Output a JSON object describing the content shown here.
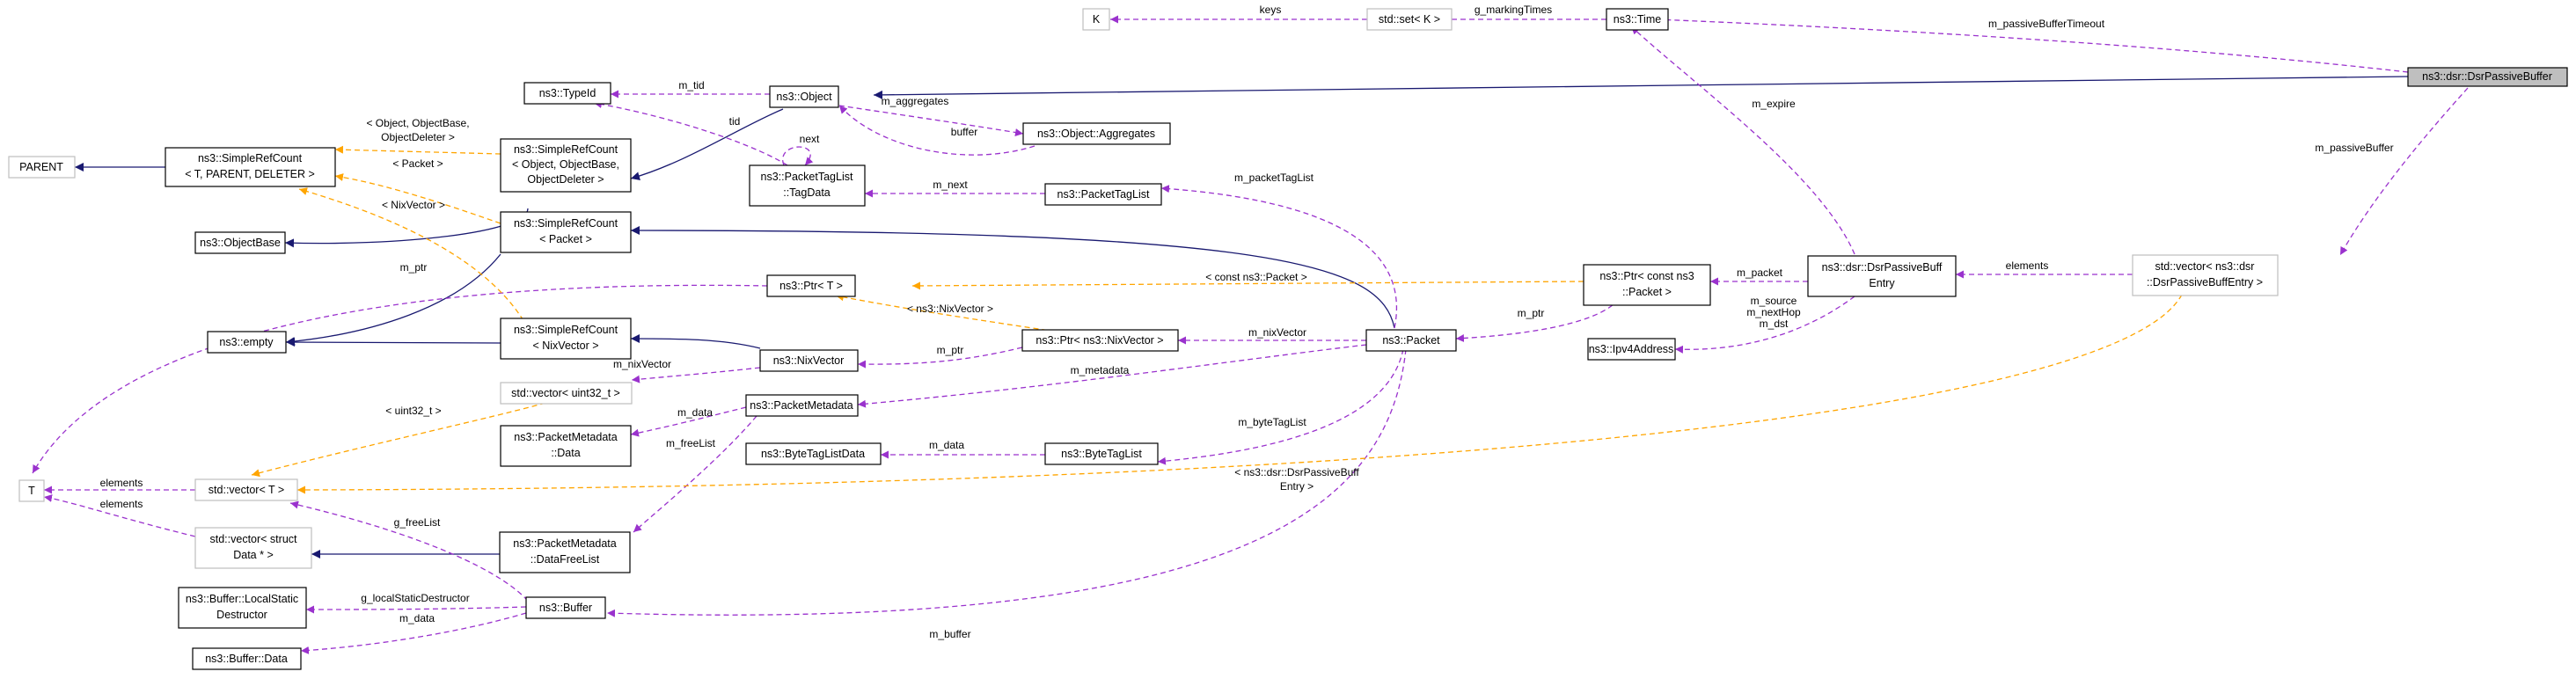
{
  "nodes": {
    "dsr_passive_buffer": "ns3::dsr::DsrPassiveBuffer",
    "k": "K",
    "std_set_k": "std::set< K >",
    "ns3_time": "ns3::Time",
    "ns3_object": "ns3::Object",
    "ns3_typeid": "ns3::TypeId",
    "object_aggregates": "ns3::Object::Aggregates",
    "parent": "PARENT",
    "simplerefcount_generic": [
      "ns3::SimpleRefCount",
      "< T, PARENT, DELETER >"
    ],
    "simplerefcount_object": [
      "ns3::SimpleRefCount",
      "< Object, ObjectBase,",
      "ObjectDeleter >"
    ],
    "packettaglist_tagdata": [
      "ns3::PacketTagList",
      "::TagData"
    ],
    "packettaglist": "ns3::PacketTagList",
    "objectbase": "ns3::ObjectBase",
    "simplerefcount_packet": [
      "ns3::SimpleRefCount",
      "< Packet >"
    ],
    "ptr_t": "ns3::Ptr< T >",
    "ptr_const_packet": [
      "ns3::Ptr< const ns3",
      "::Packet >"
    ],
    "dsr_passive_buff_entry": [
      "ns3::dsr::DsrPassiveBuff",
      "Entry"
    ],
    "vector_passive_buff_entry": [
      "std::vector< ns3::dsr",
      "::DsrPassiveBuffEntry >"
    ],
    "ns3_empty": "ns3::empty",
    "simplerefcount_nixvector": [
      "ns3::SimpleRefCount",
      "< NixVector >"
    ],
    "ptr_nixvector": "ns3::Ptr< ns3::NixVector >",
    "ns3_packet": "ns3::Packet",
    "ipv4address": "ns3::Ipv4Address",
    "ns3_nixvector": "ns3::NixVector",
    "vector_uint32": "std::vector< uint32_t >",
    "packetmetadata": "ns3::PacketMetadata",
    "packetmetadata_data": [
      "ns3::PacketMetadata",
      "::Data"
    ],
    "bytetaglistdata": "ns3::ByteTagListData",
    "bytetaglist": "ns3::ByteTagList",
    "t": "T",
    "vector_t": "std::vector< T >",
    "vector_struct_data": [
      "std::vector< struct",
      "Data * >"
    ],
    "packetmetadata_datafreelist": [
      "ns3::PacketMetadata",
      "::DataFreeList"
    ],
    "buffer_localstatic": [
      "ns3::Buffer::LocalStatic",
      "Destructor"
    ],
    "ns3_buffer": "ns3::Buffer",
    "buffer_data": "ns3::Buffer::Data"
  },
  "edge_labels": {
    "keys": "keys",
    "g_markingTimes": "g_markingTimes",
    "m_passiveBufferTimeout": "m_passiveBufferTimeout",
    "m_tid": "m_tid",
    "m_aggregates": "m_aggregates",
    "buffer": "buffer",
    "tid": "tid",
    "next": "next",
    "object_tpl": [
      "< Object, ObjectBase,",
      "ObjectDeleter >"
    ],
    "packet_tpl": "< Packet >",
    "m_expire": "m_expire",
    "m_passiveBuffer": "m_passiveBuffer",
    "m_next": "m_next",
    "m_packetTagList": "m_packetTagList",
    "nixvector_tpl": "< NixVector >",
    "m_ptr_t": "m_ptr",
    "const_packet_tpl": "< const ns3::Packet >",
    "m_packet": "m_packet",
    "elements_entry": "elements",
    "m_ptr_packet": "m_ptr",
    "m_source": "m_source",
    "m_nextHop": "m_nextHop",
    "m_dst": "m_dst",
    "ns3_nixvector_tpl": "< ns3::NixVector >",
    "m_nixVector_ptr": "m_nixVector",
    "m_ptr_nix": "m_ptr",
    "m_nixVector_vec": "m_nixVector",
    "m_metadata": "m_metadata",
    "uint32_tpl": "< uint32_t >",
    "m_data_meta": "m_data",
    "m_freeList": "m_freeList",
    "m_data_btl": "m_data",
    "m_byteTagList": "m_byteTagList",
    "elements_t": "elements",
    "entry_tpl": [
      "< ns3::dsr::DsrPassiveBuff",
      "Entry >"
    ],
    "elements_struct": "elements",
    "g_freeList": "g_freeList",
    "g_localStaticDestructor": "g_localStaticDestructor",
    "m_data_buffer": "m_data",
    "m_buffer": "m_buffer"
  },
  "colors": {
    "inheritance": "#191970",
    "usage": "#9a32cd",
    "template": "#ffa500",
    "focus_fill": "#bfbfbf",
    "gray_border": "#bfbfbf"
  }
}
